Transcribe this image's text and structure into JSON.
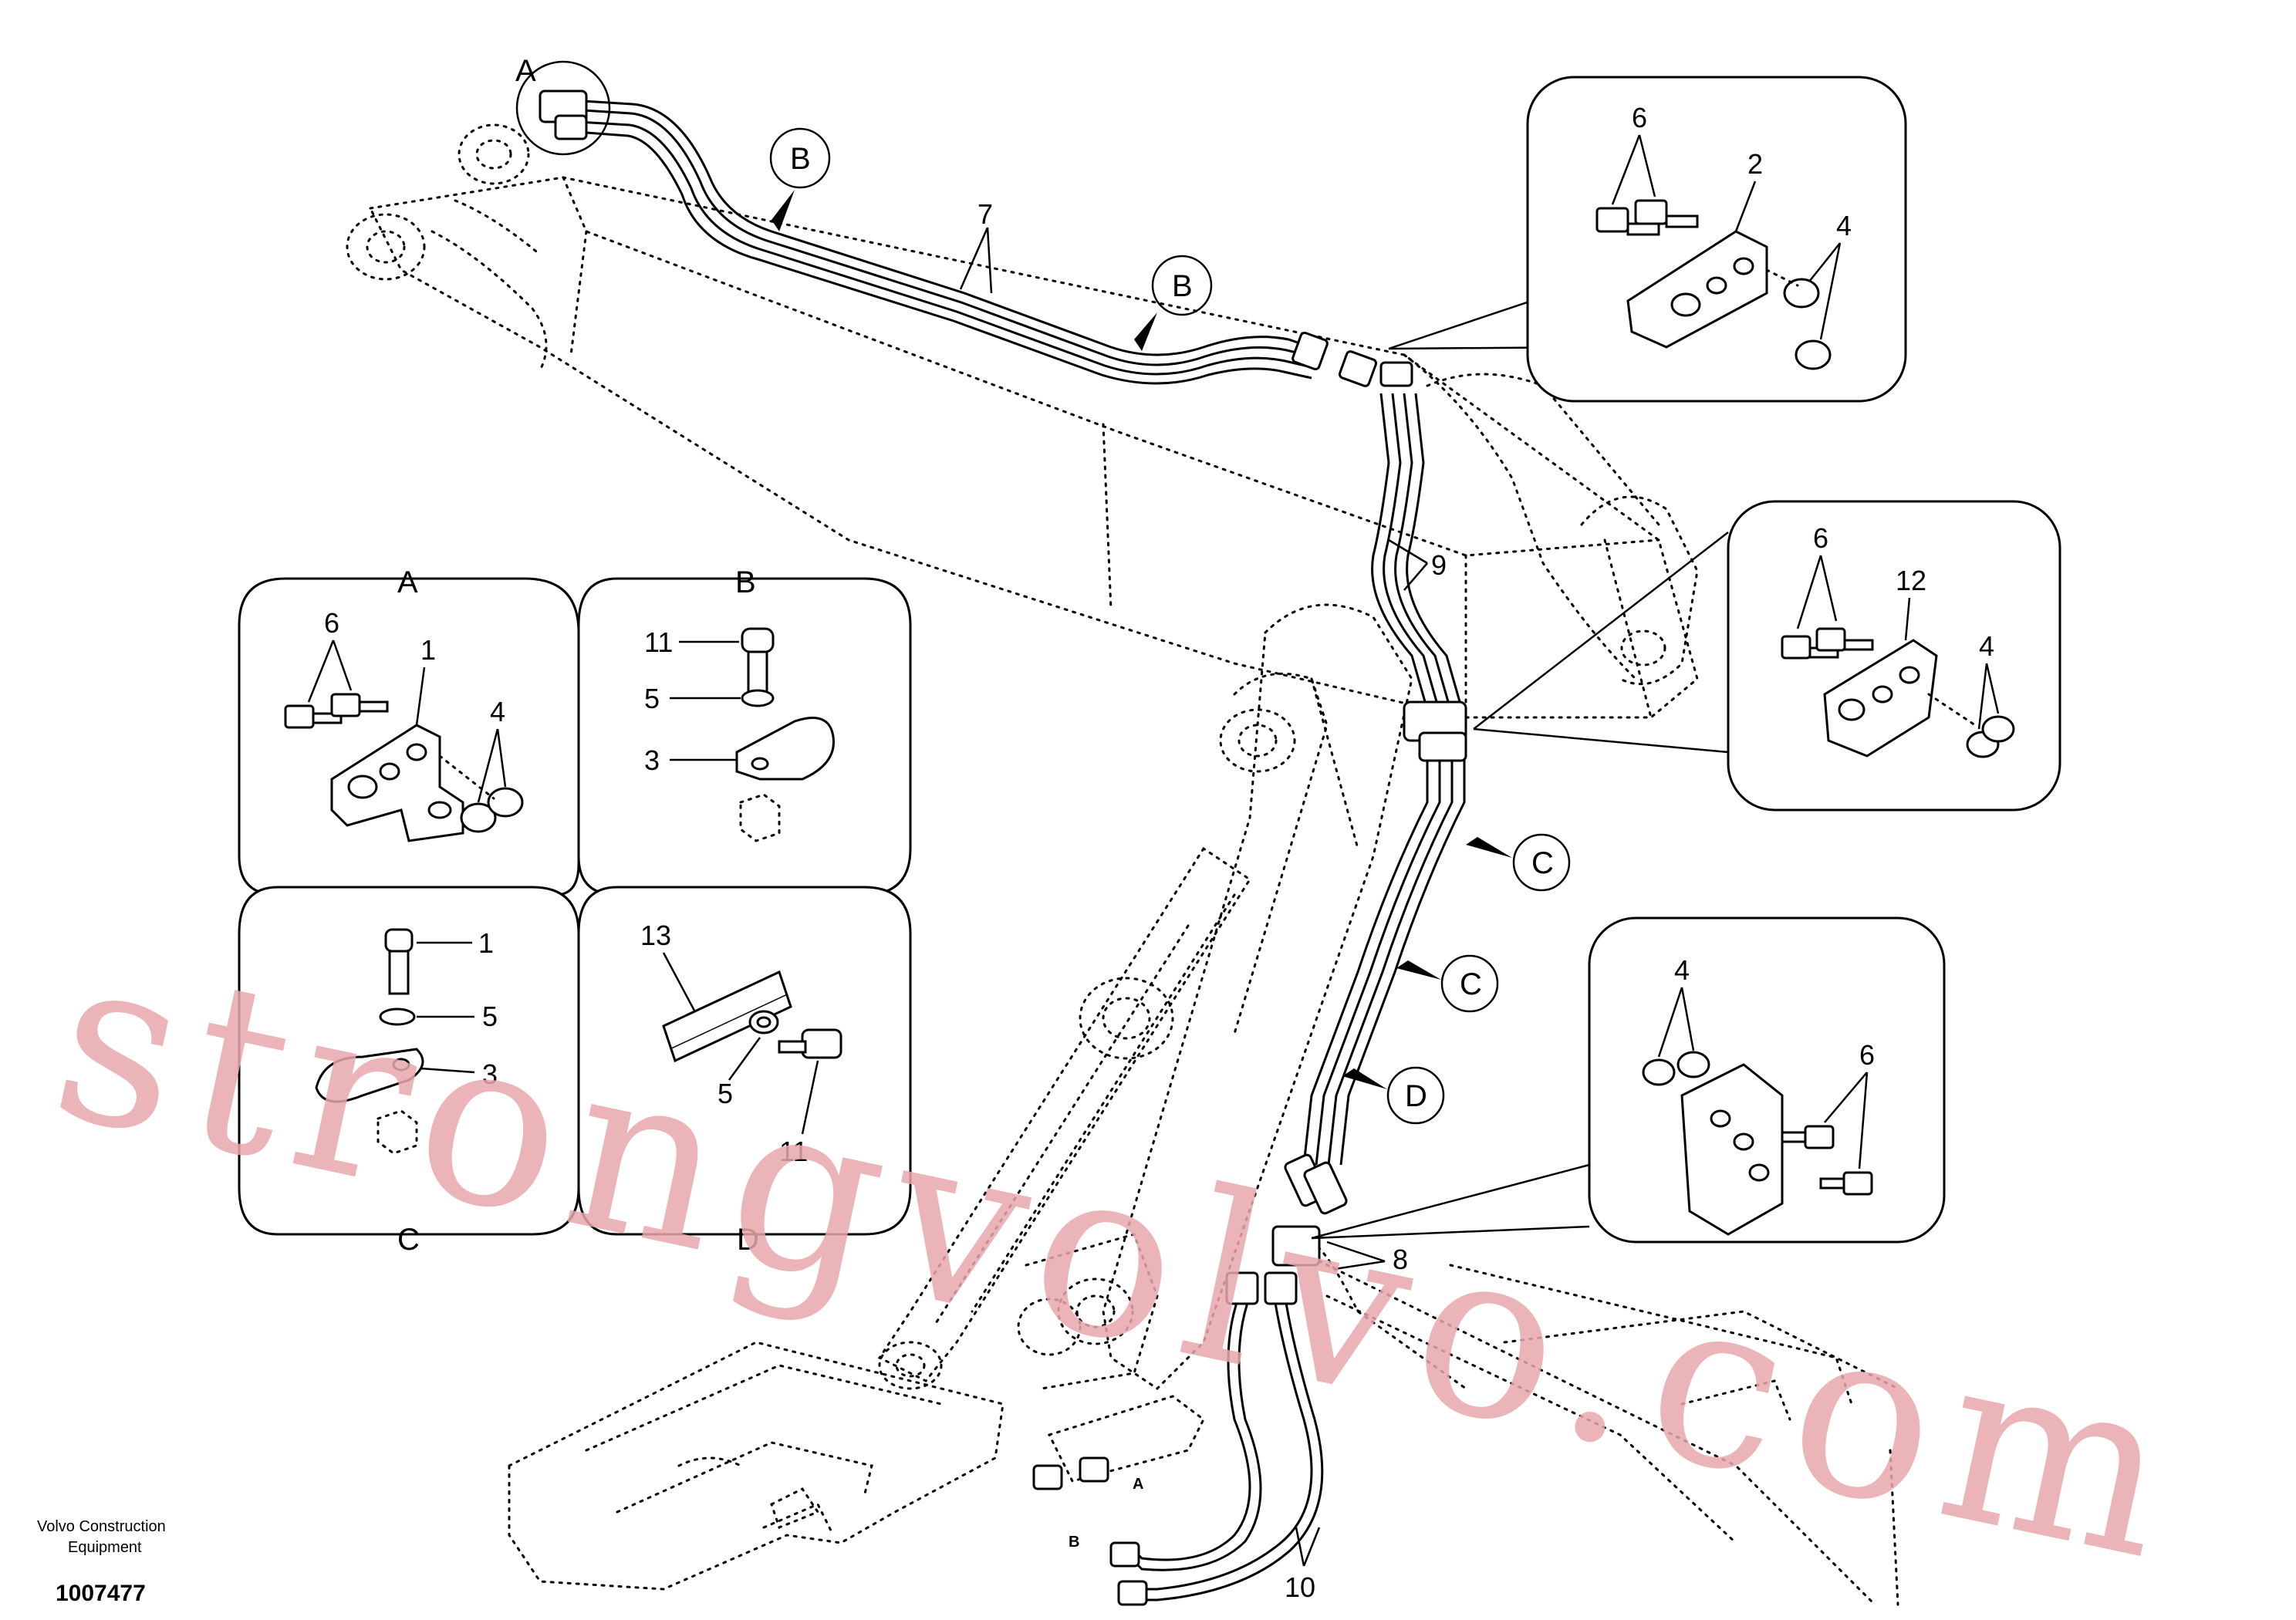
{
  "main_callouts": {
    "c7": "7",
    "c9": "9",
    "c8": "8",
    "c10": "10"
  },
  "section_markers": {
    "a_top": "A",
    "b1": "B",
    "b2": "B",
    "c1": "C",
    "c2": "C",
    "d1": "D"
  },
  "port_labels": {
    "a": "A",
    "b": "B"
  },
  "detail_top": {
    "n6": "6",
    "n2": "2",
    "n4": "4"
  },
  "detail_right": {
    "n6": "6",
    "n12": "12",
    "n4": "4"
  },
  "detail_lower_right": {
    "n4": "4",
    "n6": "6"
  },
  "detail_a": {
    "label": "A",
    "n6": "6",
    "n1": "1",
    "n4": "4"
  },
  "detail_b": {
    "label": "B",
    "n11": "11",
    "n5": "5",
    "n3": "3"
  },
  "detail_c": {
    "label": "C",
    "n1": "1",
    "n5": "5",
    "n3": "3"
  },
  "detail_d": {
    "label": "D",
    "n13": "13",
    "n5": "5",
    "n11": "11"
  },
  "watermark": "strongvolvo.com",
  "footer": {
    "company_line1": "Volvo Construction",
    "company_line2": "Equipment",
    "doc_id": "1007477"
  },
  "colors": {
    "line": "#000000",
    "watermark": "#e8a7ad",
    "background": "#ffffff"
  }
}
